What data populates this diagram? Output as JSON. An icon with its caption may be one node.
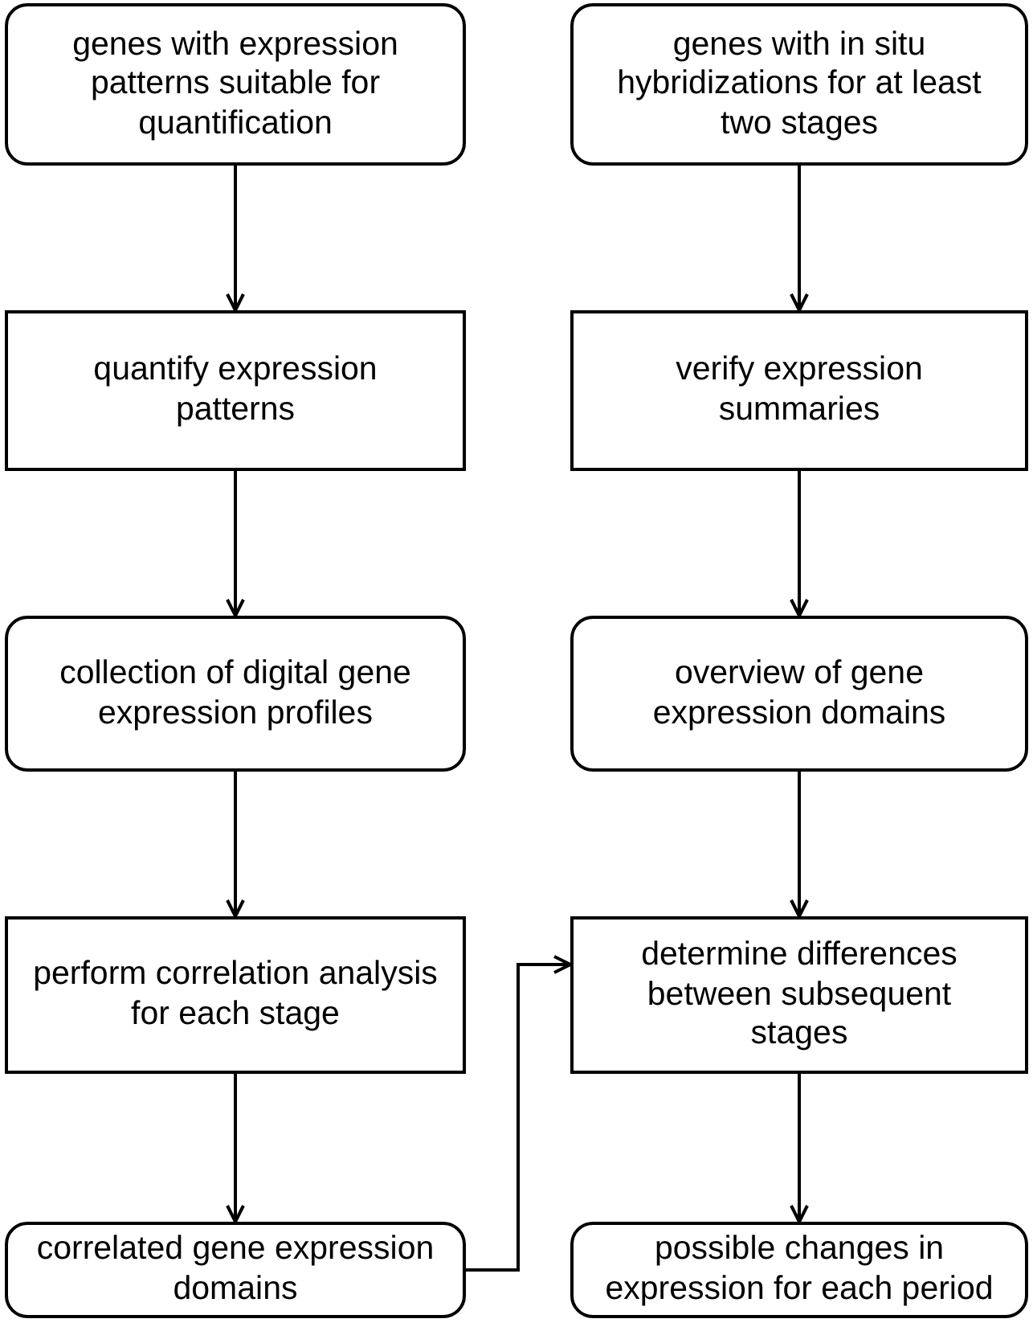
{
  "diagram": {
    "nodes": [
      {
        "text": [
          "genes with expression patterns suitable for quantification"
        ]
      },
      {
        "text": [
          "quantify expression patterns"
        ]
      },
      {
        "text": [
          "collection of digital gene expression profiles"
        ]
      },
      {
        "text": [
          "perform correlation analysis for each stage"
        ]
      },
      {
        "text": [
          "correlated gene expression domains"
        ]
      },
      {
        "text": [
          "genes with in situ hybridizations for at least two stages"
        ]
      },
      {
        "text": [
          "verify expression summaries"
        ]
      },
      {
        "text": [
          "overview of gene expression domains"
        ]
      },
      {
        "text": [
          "determine differences between subsequent stages"
        ]
      },
      {
        "text": [
          "possible changes in expression for each period"
        ]
      }
    ],
    "edges": [
      {
        "from": 0,
        "to": 1,
        "arrow": "to"
      },
      {
        "from": 1,
        "to": 2,
        "arrow": "to"
      },
      {
        "from": 2,
        "to": 3,
        "arrow": "to"
      },
      {
        "from": 3,
        "to": 4,
        "arrow": "to"
      },
      {
        "from": 5,
        "to": 6,
        "arrow": "to"
      },
      {
        "from": 6,
        "to": 7,
        "arrow": "to"
      },
      {
        "from": 7,
        "to": 8,
        "arrow": "to"
      },
      {
        "from": 8,
        "to": 9,
        "arrow": "to"
      },
      {
        "from": 4,
        "to": 8,
        "arrow": "to"
      }
    ]
  }
}
